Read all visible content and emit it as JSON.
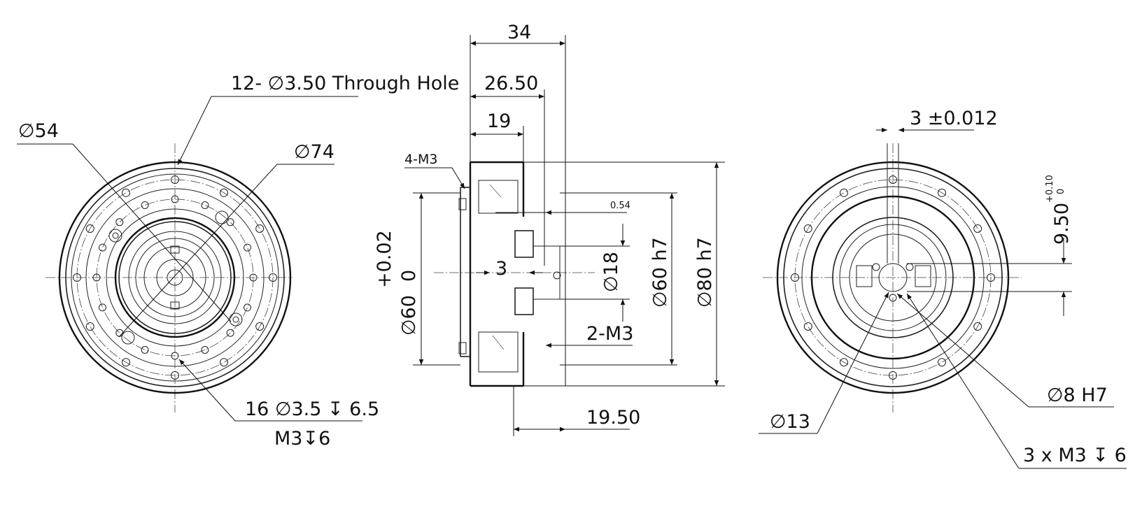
{
  "front_view": {
    "through_hole": "12- ∅3.50 Through Hole",
    "d54": "∅54",
    "d74": "∅74",
    "tapped_holes_line1": "16 ∅3.5 ↧ 6.5",
    "tapped_holes_line2": "M3↧6"
  },
  "side_view": {
    "len_34": "34",
    "len_2650": "26.50",
    "len_19": "19",
    "m3_4": "4-M3",
    "gap_054": "0.54",
    "d60": "∅60",
    "d60_tol_upper": "+0.02",
    "d60_tol_lower": "0",
    "len_3": "3",
    "d18": "∅18",
    "d60h7": "∅60 h7",
    "d80h7": "∅80 h7",
    "m3_2": "2-M3",
    "len_1950": "19.50"
  },
  "rear_view": {
    "key_width": "3 ±0.012",
    "key_depth": "9.50",
    "key_depth_upper": "+0.10",
    "key_depth_lower": "0",
    "d8h7": "∅8 H7",
    "d13": "∅13",
    "m3_3": "3 x M3 ↧ 6"
  }
}
